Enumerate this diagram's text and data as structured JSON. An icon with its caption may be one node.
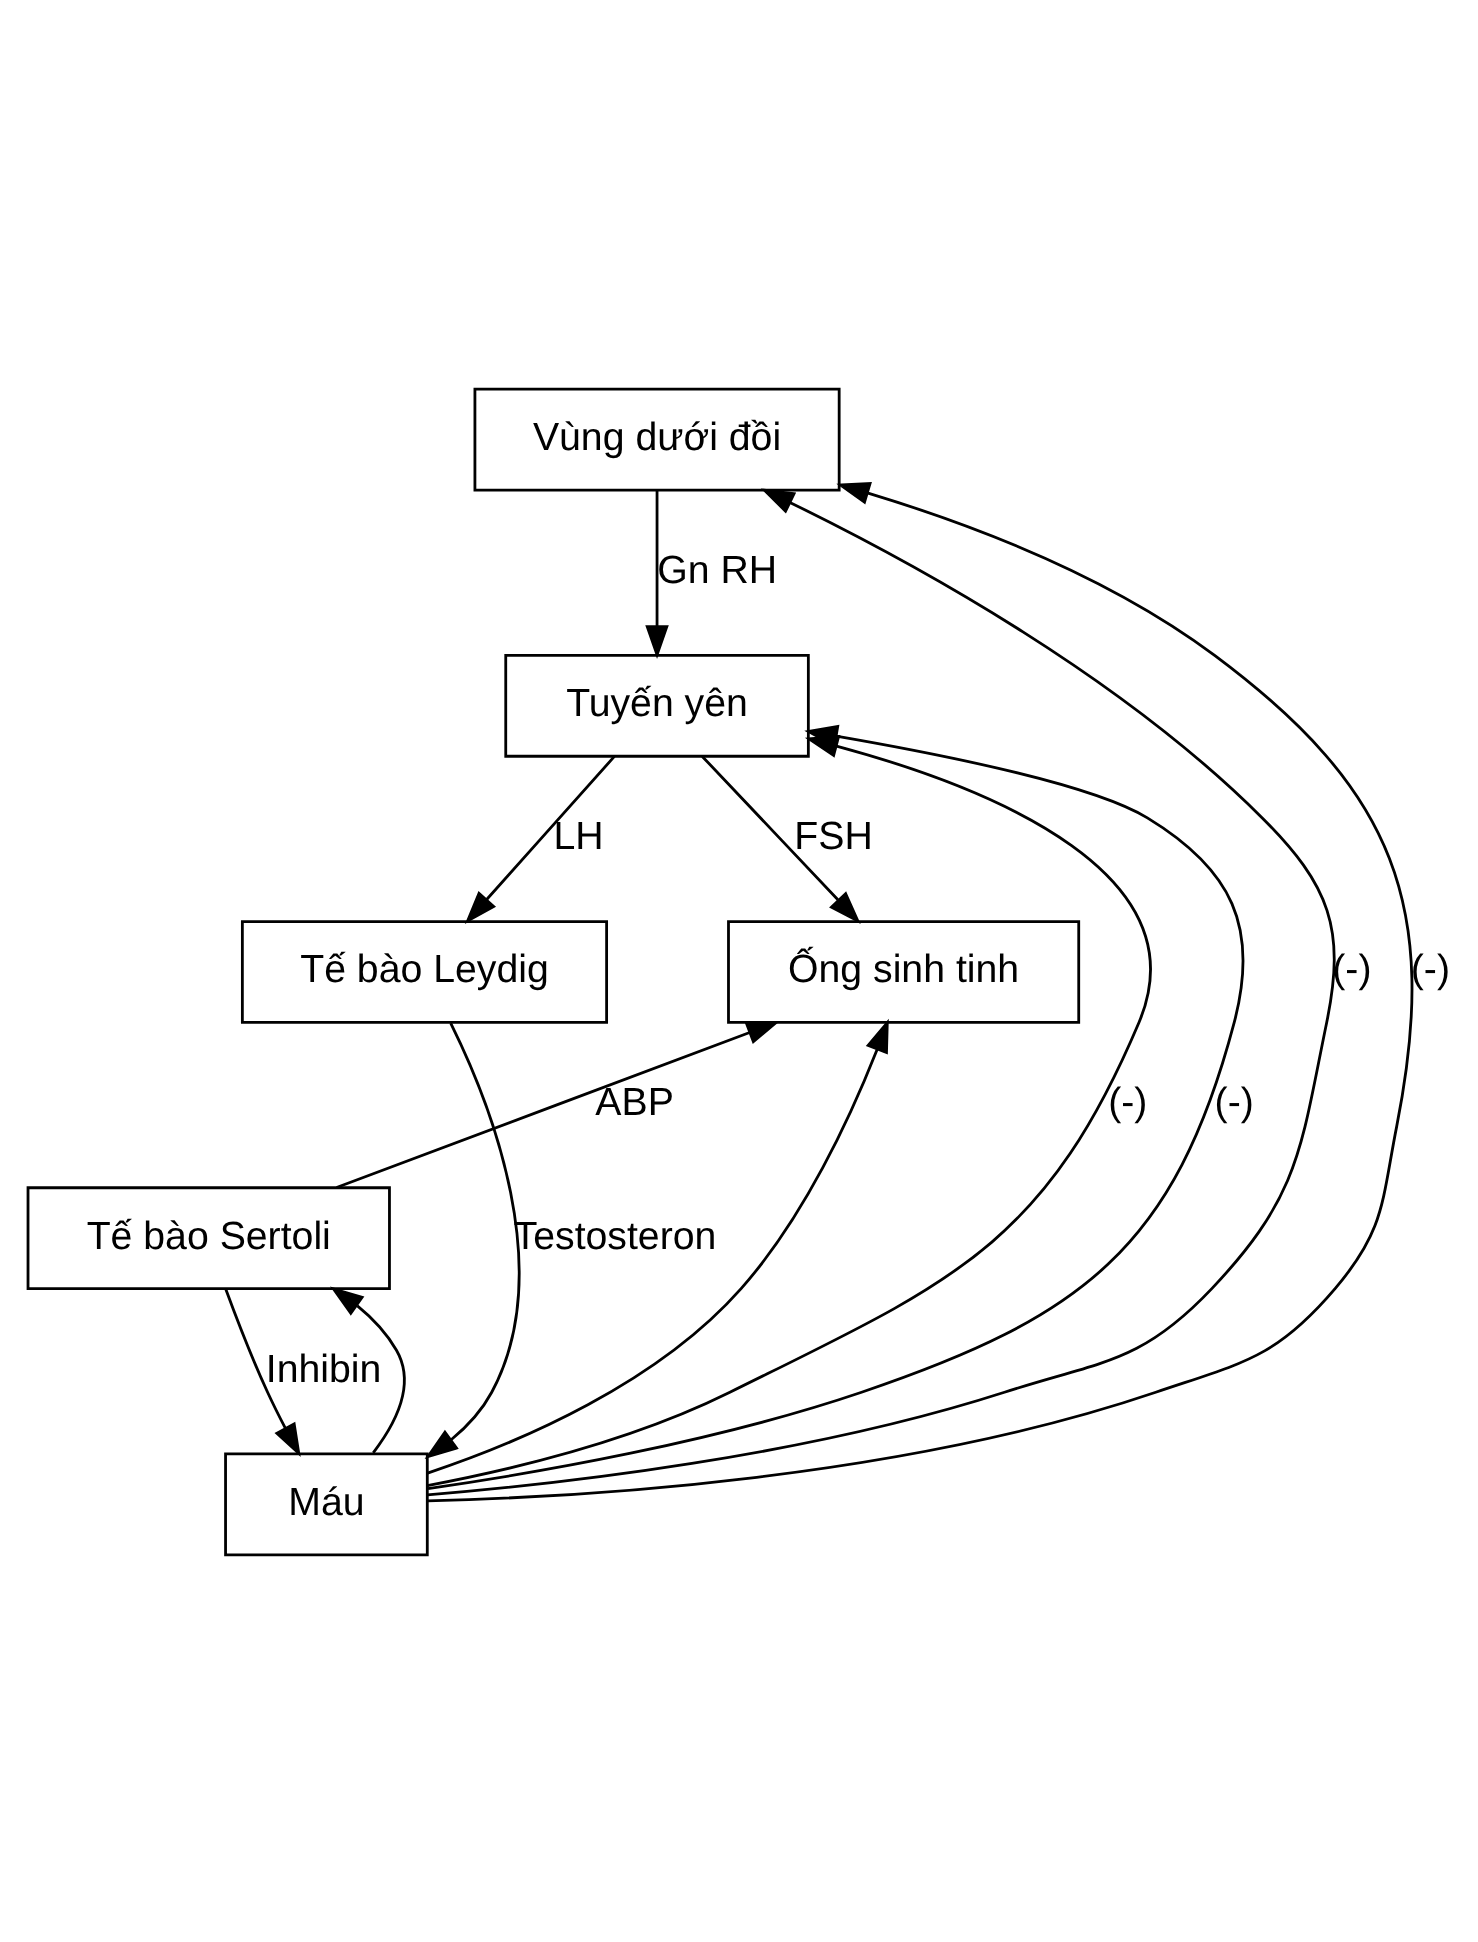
{
  "diagram": {
    "nodes": [
      {
        "text": [
          "Vùng dưới đồi"
        ]
      },
      {
        "text": [
          "Tuyến yên"
        ]
      },
      {
        "text": [
          "Tế bào Leydig"
        ]
      },
      {
        "text": [
          "Ống sinh tinh"
        ]
      },
      {
        "text": [
          "Tế bào Sertoli"
        ]
      },
      {
        "text": [
          "Máu"
        ]
      }
    ],
    "edges": [
      {
        "from": 0,
        "to": 1,
        "arrow": "to",
        "label": "Gn RH"
      },
      {
        "from": 1,
        "to": 2,
        "arrow": "to",
        "label": "LH"
      },
      {
        "from": 1,
        "to": 3,
        "arrow": "to",
        "label": "FSH"
      },
      {
        "from": 2,
        "to": 5,
        "arrow": "to",
        "label": "Testosteron"
      },
      {
        "from": 4,
        "to": 5,
        "arrow": "to",
        "label": "Inhibin"
      },
      {
        "from": 4,
        "to": 3,
        "arrow": "to",
        "label": "ABP"
      },
      {
        "from": 5,
        "to": 0,
        "arrow": "to",
        "label": "(-)"
      },
      {
        "from": 5,
        "to": 1,
        "arrow": "to",
        "label": "(-)"
      },
      {
        "from": 5,
        "to": 3,
        "arrow": "to"
      },
      {
        "from": 5,
        "to": 4,
        "arrow": "to"
      },
      {
        "from": 5,
        "to": 0,
        "arrow": "to",
        "label": "(-)"
      },
      {
        "from": 5,
        "to": 1,
        "arrow": "to",
        "label": "(-)"
      }
    ]
  }
}
